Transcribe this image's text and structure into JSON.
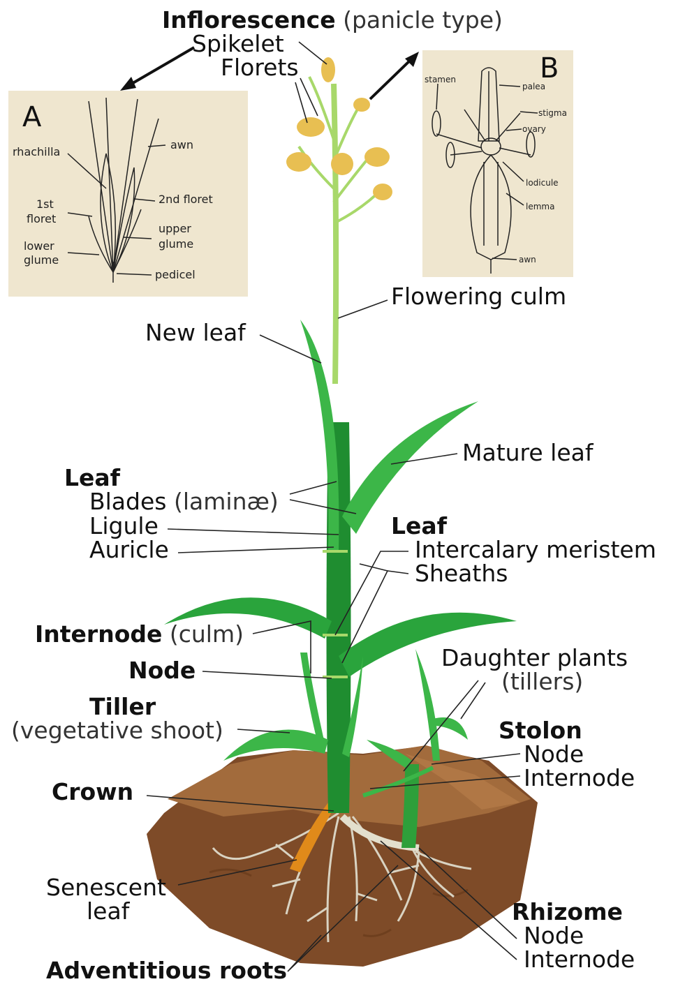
{
  "labels": {
    "inflorescence": "Inflorescence",
    "inflorescence_note": "(panicle type)",
    "spikelet": "Spikelet",
    "florets": "Florets",
    "flowering_culm": "Flowering culm",
    "new_leaf": "New leaf",
    "mature_leaf": "Mature leaf",
    "leaf_heading_left": "Leaf",
    "blades": "Blades",
    "blades_note": "(laminæ)",
    "ligule": "Ligule",
    "auricle": "Auricle",
    "leaf_heading_right": "Leaf",
    "intercalary_meristem": "Intercalary meristem",
    "sheaths": "Sheaths",
    "internode": "Internode",
    "internode_note": "(culm)",
    "node": "Node",
    "tiller": "Tiller",
    "tiller_note": "(vegetative shoot)",
    "daughter_plants": "Daughter plants",
    "daughter_plants_note": "(tillers)",
    "stolon": "Stolon",
    "stolon_node": "Node",
    "stolon_internode": "Internode",
    "crown": "Crown",
    "senescent_1": "Senescent",
    "senescent_2": "leaf",
    "rhizome": "Rhizome",
    "rhizome_node": "Node",
    "rhizome_internode": "Internode",
    "adventitious_roots": "Adventitious roots"
  },
  "panel_a": {
    "letter": "A",
    "awn": "awn",
    "rhachilla": "rhachilla",
    "second_floret": "2nd floret",
    "first_floret_1": "1st",
    "first_floret_2": "floret",
    "upper_glume_1": "upper",
    "upper_glume_2": "glume",
    "lower_glume_1": "lower",
    "lower_glume_2": "glume",
    "pedicel": "pedicel"
  },
  "panel_b": {
    "letter": "B",
    "stamen": "stamen",
    "palea": "palea",
    "stigma": "stigma",
    "ovary": "ovary",
    "lodicule": "lodicule",
    "lemma": "lemma",
    "awn": "awn"
  },
  "colors": {
    "leaf_dark": "#1f9a34",
    "leaf_light": "#3fbf4a",
    "culm": "#a8d86a",
    "floret": "#e8bf52",
    "soil": "#8a5630",
    "soil_top": "#a06a3e",
    "root": "#d9d3c2",
    "senescent": "#e08a1a"
  }
}
